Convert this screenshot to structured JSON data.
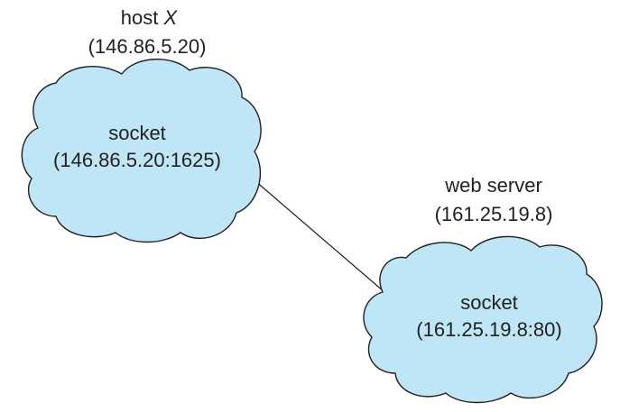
{
  "host": {
    "title_prefix": "host ",
    "title_var": "X",
    "address": "(146.86.5.20)",
    "socket_label": "socket",
    "socket_address": "(146.86.5.20:1625)"
  },
  "server": {
    "title": "web server",
    "address": "(161.25.19.8)",
    "socket_label": "socket",
    "socket_address": "(161.25.19.8:80)"
  },
  "colors": {
    "cloud_fill": "#bfe6f7",
    "stroke": "#231f20"
  }
}
